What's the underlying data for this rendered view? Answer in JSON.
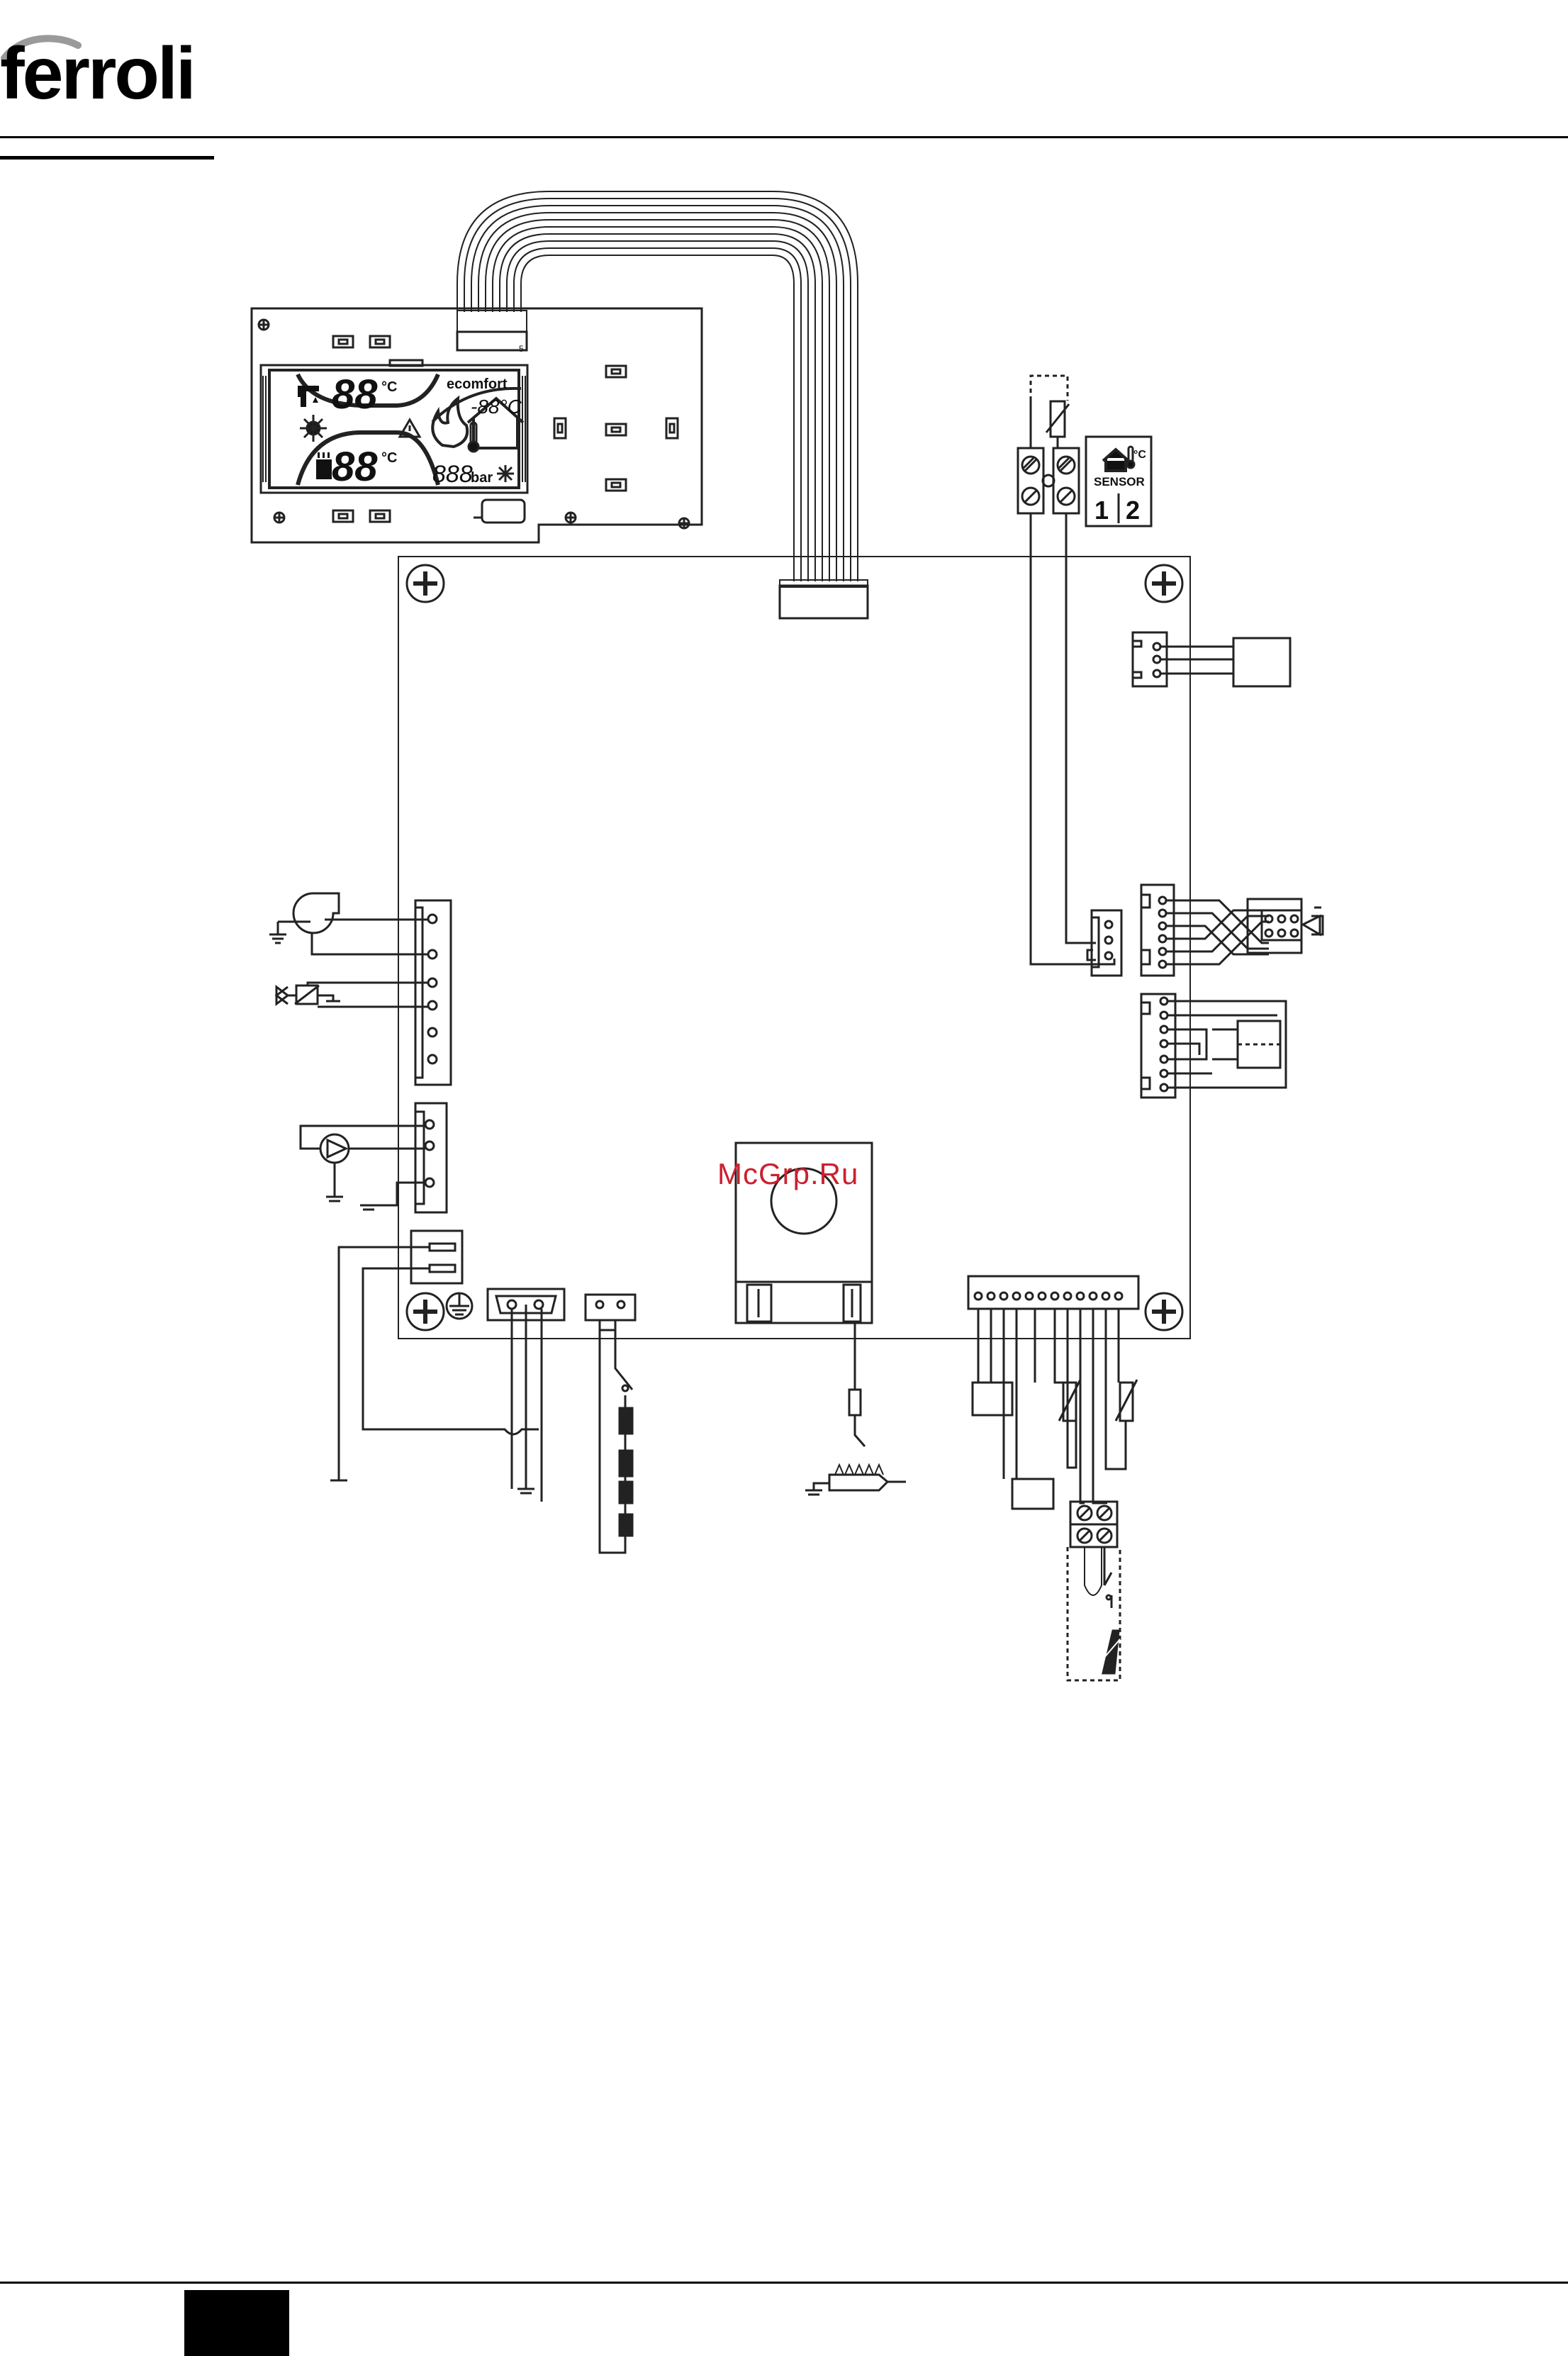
{
  "header": {
    "brand": "ferroli"
  },
  "display": {
    "ch_temp": "88",
    "dhw_temp": "88",
    "unit": "°C",
    "brand_text": "ecomfort",
    "outdoor_temp": "-88°C",
    "pressure_digits": "888",
    "pressure_unit": "bar"
  },
  "sensor_panel": {
    "label": "SENSOR",
    "terminal_1": "1",
    "terminal_2": "2",
    "unit": "°C"
  },
  "cable_label": "5",
  "watermark": "McGrp.Ru"
}
